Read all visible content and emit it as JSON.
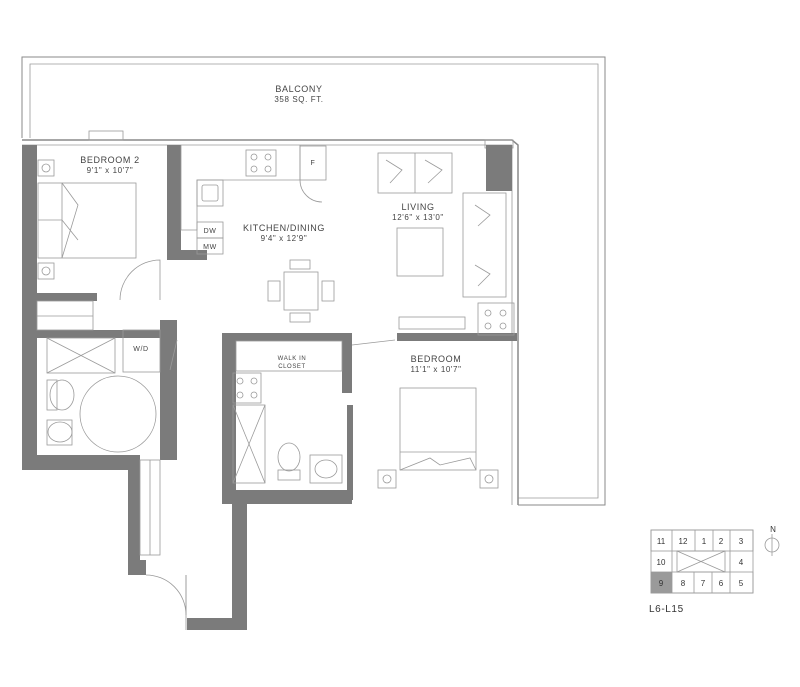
{
  "rooms": {
    "balcony": {
      "name": "BALCONY",
      "area": "358 SQ. FT."
    },
    "bedroom2": {
      "name": "BEDROOM 2",
      "dims": "9'1\" x 10'7\""
    },
    "kitchen_dining": {
      "name": "KITCHEN/DINING",
      "dims": "9'4\" x 12'9\""
    },
    "living": {
      "name": "LIVING",
      "dims": "12'6\" x 13'0\""
    },
    "bedroom": {
      "name": "BEDROOM",
      "dims": "11'1\" x 10'7\""
    },
    "walk_in_closet": {
      "line1": "WALK IN",
      "line2": "CLOSET"
    }
  },
  "fixtures": {
    "fridge": "F",
    "dishwasher": "DW",
    "microwave": "MW",
    "washer_dryer": "W/D"
  },
  "key_plan": {
    "top_row": [
      "11",
      "12",
      "1",
      "2",
      "3"
    ],
    "side_left": "10",
    "side_right": "4",
    "bottom_row": [
      "9",
      "8",
      "7",
      "6",
      "5"
    ],
    "highlighted_unit": "9",
    "floors": "L6-L15",
    "north": "N"
  },
  "colors": {
    "wall": "#7b7b7b",
    "highlight": "#9a9a9a"
  }
}
